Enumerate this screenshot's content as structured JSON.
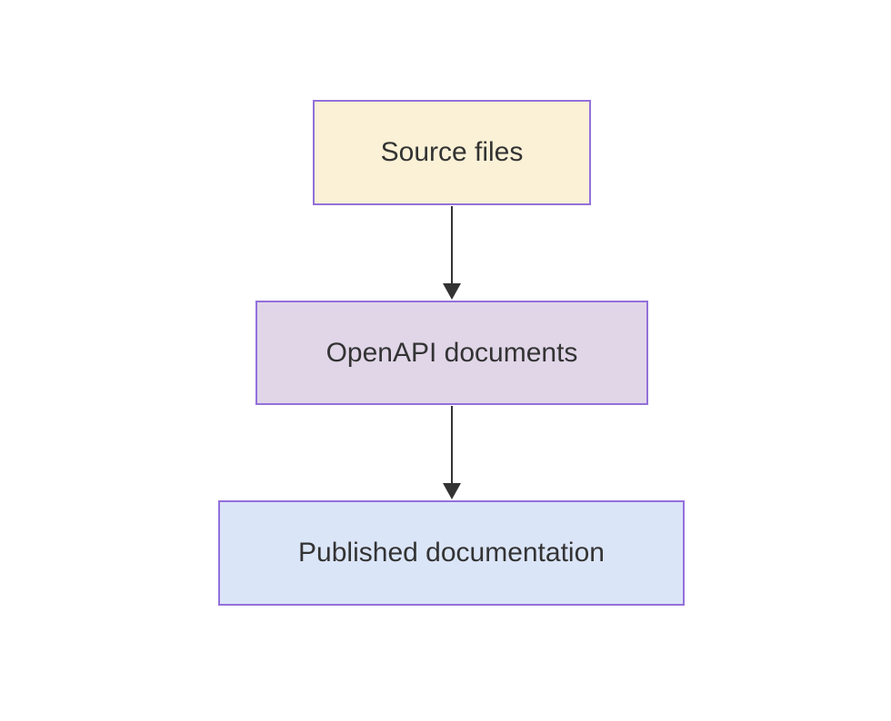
{
  "diagram": {
    "type": "flowchart",
    "direction": "top-down",
    "background_color": "#ffffff",
    "nodes": [
      {
        "id": "source",
        "label": "Source files",
        "fill": "#faf1d6",
        "border_color": "#9370db",
        "text_color": "#333333"
      },
      {
        "id": "openapi",
        "label": "OpenAPI documents",
        "fill": "#e0d6e8",
        "border_color": "#9370db",
        "text_color": "#333333"
      },
      {
        "id": "published",
        "label": "Published documentation",
        "fill": "#dbe5f8",
        "border_color": "#9370db",
        "text_color": "#333333"
      }
    ],
    "edges": [
      {
        "from": "source",
        "to": "openapi",
        "style": "solid-arrow",
        "color": "#333333"
      },
      {
        "from": "openapi",
        "to": "published",
        "style": "solid-arrow",
        "color": "#333333"
      }
    ]
  }
}
